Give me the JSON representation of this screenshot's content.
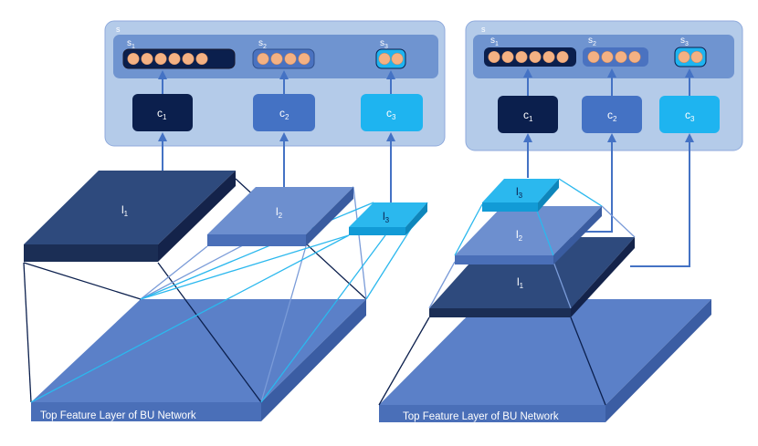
{
  "left": {
    "container_label": "s",
    "groups": [
      {
        "label_main": "s",
        "label_sub": "1",
        "dots": 6
      },
      {
        "label_main": "s",
        "label_sub": "2",
        "dots": 4
      },
      {
        "label_main": "s",
        "label_sub": "3",
        "dots": 2
      }
    ],
    "classifiers": [
      {
        "main": "c",
        "sub": "1"
      },
      {
        "main": "c",
        "sub": "2"
      },
      {
        "main": "c",
        "sub": "3"
      }
    ],
    "layers": [
      {
        "main": "l",
        "sub": "1"
      },
      {
        "main": "l",
        "sub": "2"
      },
      {
        "main": "l",
        "sub": "3"
      }
    ],
    "base_label": "Top Feature Layer of BU Network"
  },
  "right": {
    "container_label": "s",
    "groups": [
      {
        "label_main": "s",
        "label_sub": "1",
        "dots": 6
      },
      {
        "label_main": "s",
        "label_sub": "2",
        "dots": 4
      },
      {
        "label_main": "s",
        "label_sub": "3",
        "dots": 2
      }
    ],
    "classifiers": [
      {
        "main": "c",
        "sub": "1"
      },
      {
        "main": "c",
        "sub": "2"
      },
      {
        "main": "c",
        "sub": "3"
      }
    ],
    "layers": [
      {
        "main": "l",
        "sub": "1"
      },
      {
        "main": "l",
        "sub": "2"
      },
      {
        "main": "l",
        "sub": "3"
      }
    ],
    "base_label": "Top Feature Layer of BU Network"
  },
  "colors": {
    "container_fill": "#b4cbe9",
    "container_stroke": "#8faadc",
    "inner_fill": "#6f94d0",
    "dot_fill": "#f4b183",
    "dark": "#0b1f4d",
    "mid": "#4472c4",
    "cyan": "#1eb4f0",
    "layer_dark": "#2e4a7d",
    "layer_mid": "#6d8fcf",
    "layer_cyan": "#2bb8ee",
    "base": "#5b80c8"
  }
}
